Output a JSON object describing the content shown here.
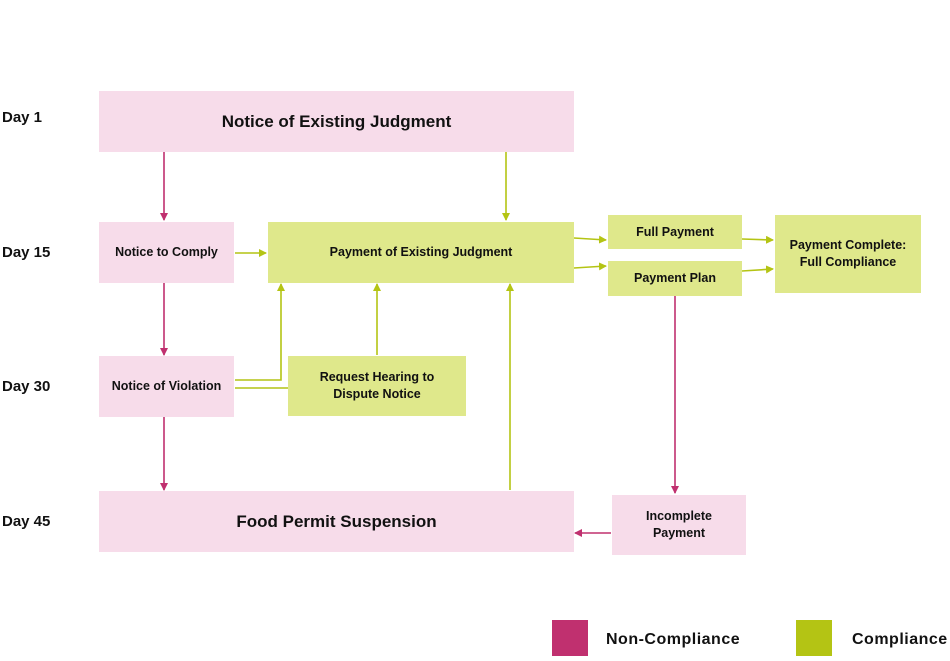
{
  "colors": {
    "non_compliance": "#c0306f",
    "compliance": "#b4c414",
    "pink_box": "#f7dcea",
    "green_box": "#dfe88b"
  },
  "days": {
    "day1": "Day 1",
    "day15": "Day 15",
    "day30": "Day 30",
    "day45": "Day 45"
  },
  "boxes": {
    "notice_existing_judgment": "Notice of Existing Judgment",
    "notice_to_comply": "Notice to Comply",
    "payment_existing_judgment": "Payment of Existing Judgment",
    "full_payment": "Full Payment",
    "payment_plan": "Payment Plan",
    "payment_complete": "Payment Complete: Full Compliance",
    "notice_of_violation": "Notice of Violation",
    "request_hearing": "Request Hearing to Dispute Notice",
    "food_permit_suspension": "Food Permit Suspension",
    "incomplete_payment": "Incomplete Payment"
  },
  "legend": {
    "non_compliance": "Non-Compliance",
    "compliance": "Compliance"
  }
}
